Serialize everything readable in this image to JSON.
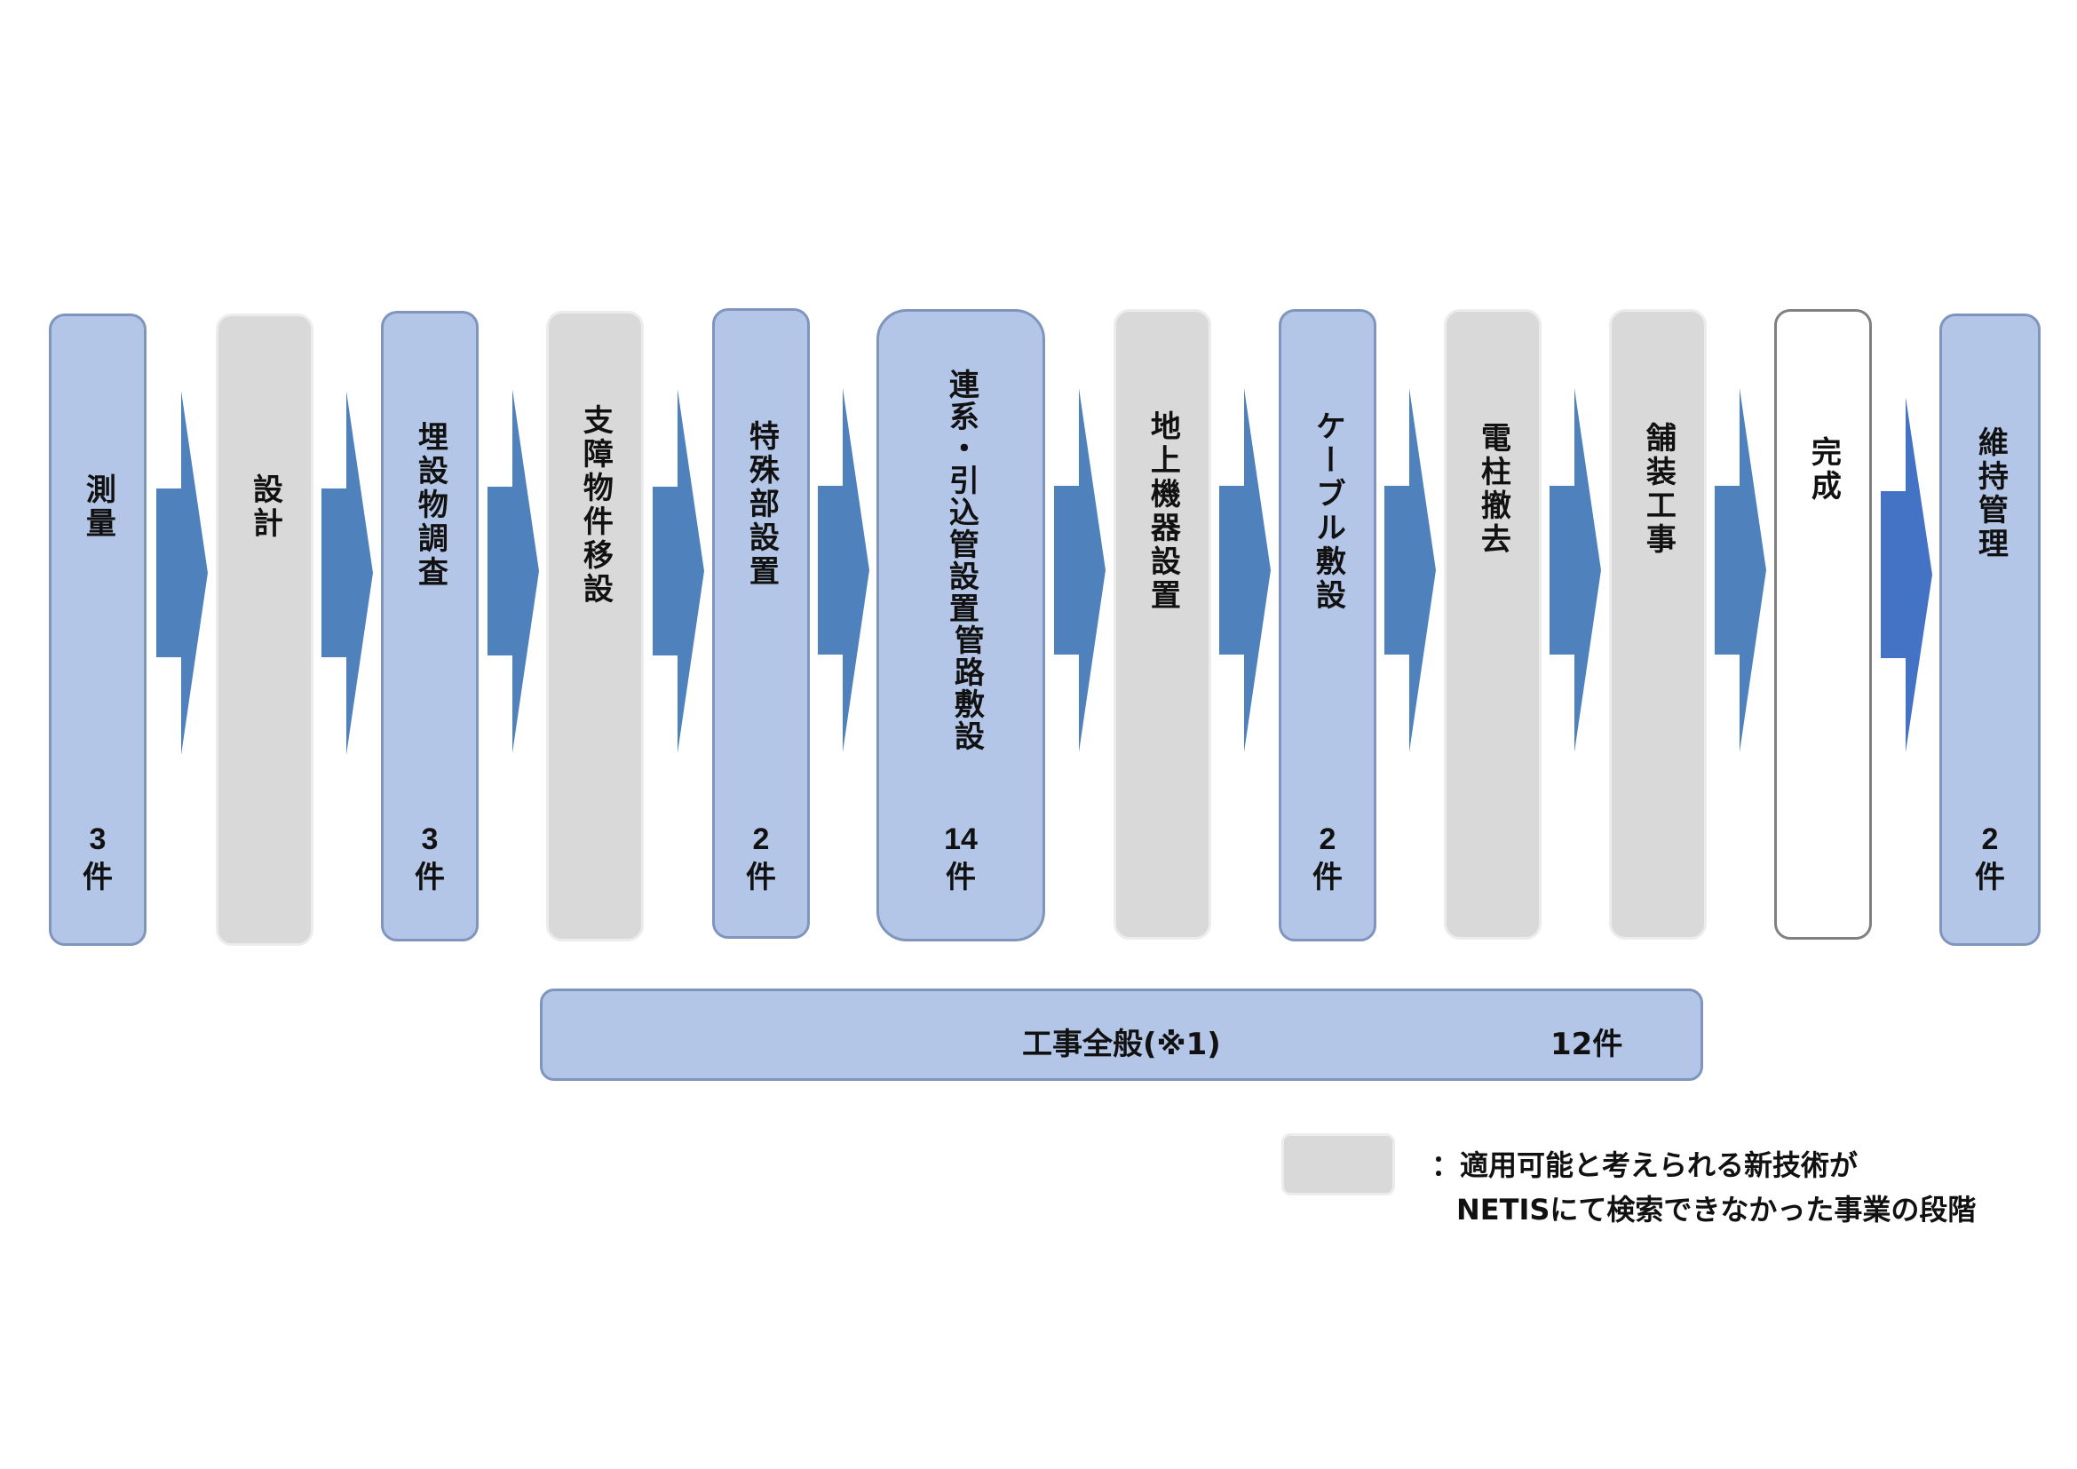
{
  "stages": [
    {
      "id": "survey",
      "label": "測量",
      "count": "3",
      "unit": "件",
      "status": "found"
    },
    {
      "id": "design",
      "label": "設計",
      "count": "",
      "unit": "",
      "status": "notfound"
    },
    {
      "id": "buried",
      "label": "埋設物調査",
      "count": "3",
      "unit": "件",
      "status": "found"
    },
    {
      "id": "relocation",
      "label": "支障物件移設",
      "count": "",
      "unit": "",
      "status": "notfound"
    },
    {
      "id": "special",
      "label": "特殊部設置",
      "count": "2",
      "unit": "件",
      "status": "found"
    },
    {
      "id": "conduit",
      "label": "連系・引込管設置",
      "label2": "管路敷設",
      "count": "14",
      "unit": "件",
      "status": "found"
    },
    {
      "id": "ground",
      "label": "地上機器設置",
      "count": "",
      "unit": "",
      "status": "notfound"
    },
    {
      "id": "cable",
      "label": "ケーブル敷設",
      "count": "2",
      "unit": "件",
      "status": "found"
    },
    {
      "id": "pole",
      "label": "電柱撤去",
      "count": "",
      "unit": "",
      "status": "notfound"
    },
    {
      "id": "paving",
      "label": "舗装工事",
      "count": "",
      "unit": "",
      "status": "notfound"
    },
    {
      "id": "complete",
      "label": "完成",
      "count": "",
      "unit": "",
      "status": "white"
    },
    {
      "id": "maintenance",
      "label": "維持管理",
      "count": "2",
      "unit": "件",
      "status": "found"
    }
  ],
  "general": {
    "label": "工事全般(※1)",
    "count": "12件"
  },
  "legend": {
    "line1": "：適用可能と考えられる新技術が",
    "line2": "NETISにて検索できなかった事業の段階"
  },
  "colors": {
    "found": "#b4c6e7",
    "notfound": "#d9d9d9",
    "arrow": "#4f81bd"
  }
}
